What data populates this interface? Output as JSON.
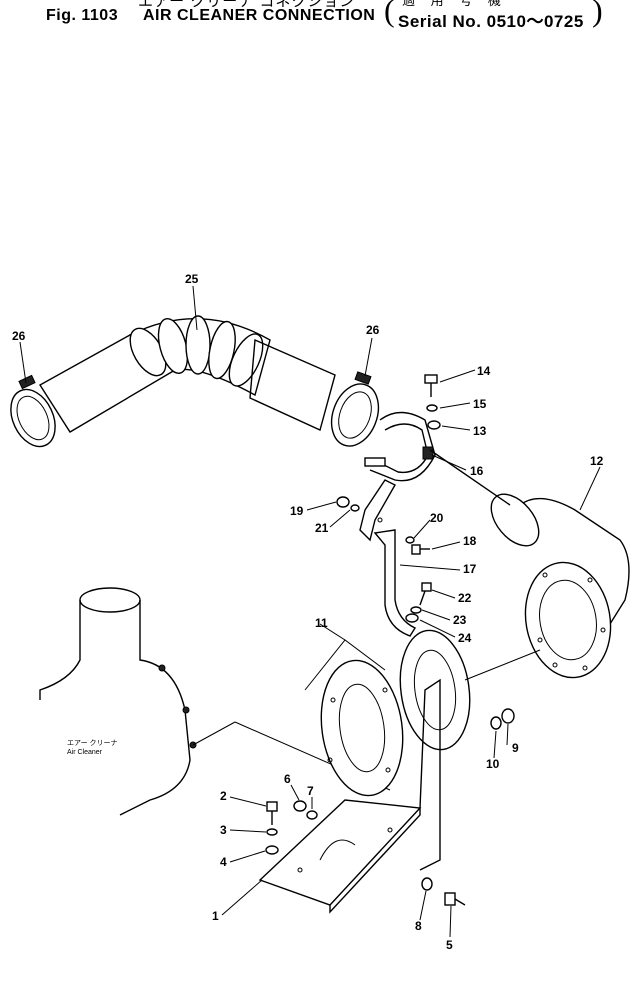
{
  "header": {
    "japanese_title": "エアー クリーナ コネクション",
    "japanese_serial": "適 用 号 機",
    "fig_label": "Fig. 1103",
    "title": "AIR CLEANER CONNECTION",
    "serial_label": "Serial No. 0510～0725"
  },
  "air_cleaner_caption": {
    "japanese": "エアー クリーナ",
    "english": "Air Cleaner"
  },
  "callouts": [
    "1",
    "2",
    "3",
    "4",
    "5",
    "6",
    "7",
    "8",
    "9",
    "10",
    "11",
    "12",
    "13",
    "14",
    "15",
    "16",
    "17",
    "18",
    "19",
    "20",
    "21",
    "22",
    "23",
    "24",
    "25",
    "26",
    "26"
  ]
}
